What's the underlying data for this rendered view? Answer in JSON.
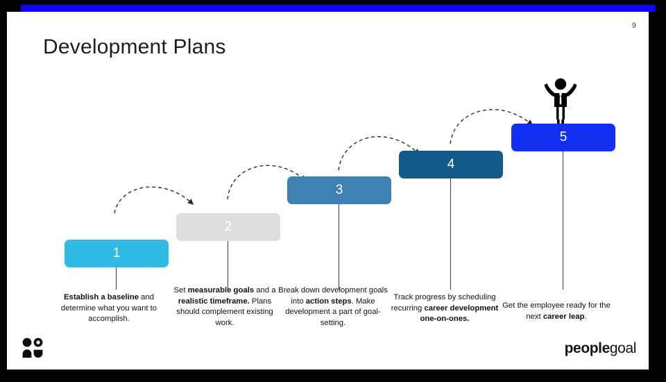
{
  "slide": {
    "title": "Development Plans",
    "page_number": "9",
    "accent_bar_color": "#1401F5",
    "background_color": "#FFFFFF",
    "border_color": "#000000"
  },
  "steps": [
    {
      "number": "1",
      "color": "#2FBBE3",
      "caption_html": "<b>Establish a baseline</b> and determine what you want to accomplish."
    },
    {
      "number": "2",
      "color": "#DEDEDE",
      "caption_html": "Set <b>measurable goals</b> and a <b>realistic timeframe.</b> Plans should complement existing work."
    },
    {
      "number": "3",
      "color": "#3D81B5",
      "caption_html": "Break down development goals into <b>action steps</b>. Make development a part of goal-setting."
    },
    {
      "number": "4",
      "color": "#115A8B",
      "caption_html": "Track progress by scheduling recurring <b>career development one-on-ones.</b>"
    },
    {
      "number": "5",
      "color": "#1130F2",
      "caption_html": "Get the employee ready for the next <b>career leap</b>."
    }
  ],
  "decorations": {
    "arrow_style": "dashed-curved-arrow",
    "arrow_color": "#2b2b2b",
    "figure_name": "celebrating-person-icon",
    "connector_color": "#3c3c3c"
  },
  "footer": {
    "users_icon_name": "users-icon",
    "brand_strong": "people",
    "brand_light": "goal"
  }
}
